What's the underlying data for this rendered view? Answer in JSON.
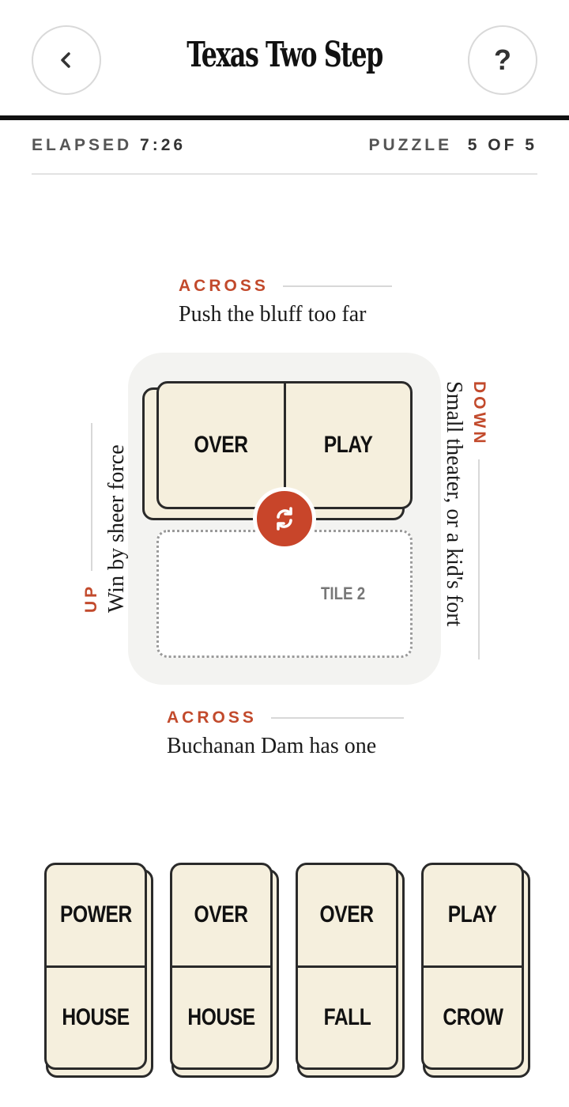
{
  "header": {
    "title": "Texas Two Step",
    "help_label": "?"
  },
  "status": {
    "elapsed_label": "ELAPSED",
    "elapsed_value": "7:26",
    "puzzle_label": "PUZZLE",
    "puzzle_value": "5 OF 5"
  },
  "clues": {
    "top": {
      "direction": "ACROSS",
      "text": "Push the bluff too far"
    },
    "bottom": {
      "direction": "ACROSS",
      "text": "Buchanan Dam has one"
    },
    "left": {
      "direction": "UP",
      "text": "Win by sheer force"
    },
    "right": {
      "direction": "DOWN",
      "text": "Small theater, or a kid's fort"
    }
  },
  "board": {
    "placed_tile": {
      "left": "OVER",
      "right": "PLAY"
    },
    "empty_slot_label": "TILE 2"
  },
  "tray": [
    {
      "top": "POWER",
      "bottom": "HOUSE"
    },
    {
      "top": "OVER",
      "bottom": "HOUSE"
    },
    {
      "top": "OVER",
      "bottom": "FALL"
    },
    {
      "top": "PLAY",
      "bottom": "CROW"
    }
  ],
  "colors": {
    "accent": "#c8452a",
    "tile_face": "#f5efdd",
    "tile_border": "#2a2a2a",
    "board_bg": "#f3f3f1"
  }
}
